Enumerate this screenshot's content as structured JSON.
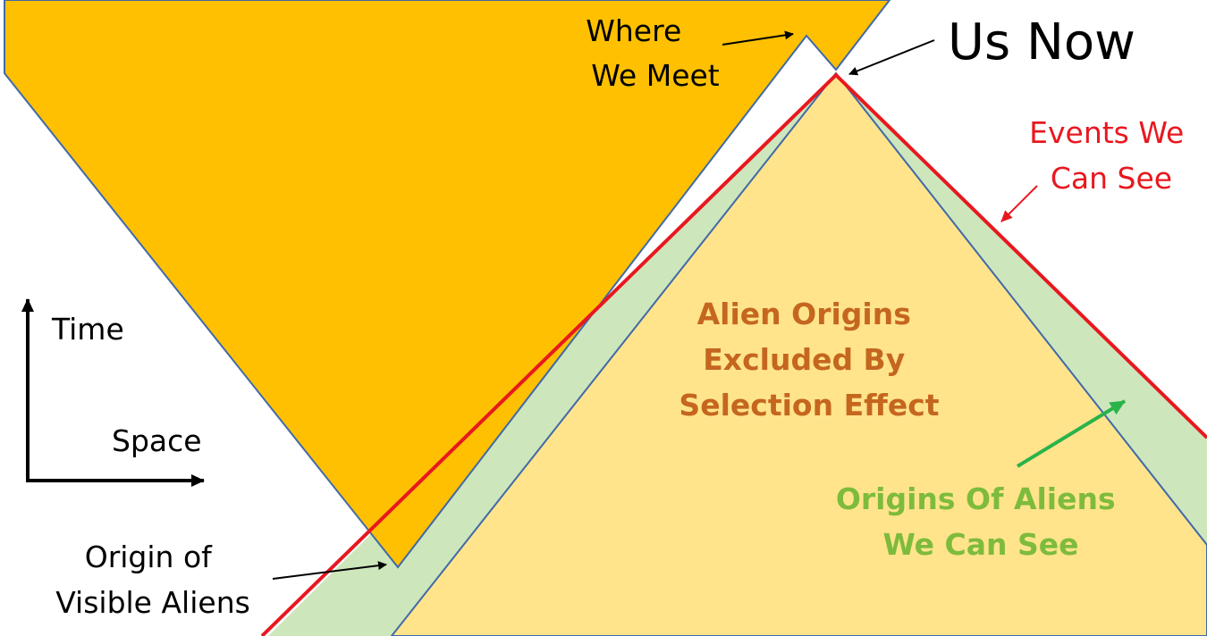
{
  "labels": {
    "where_we_meet": [
      "Where",
      "We Meet"
    ],
    "us_now": "Us Now",
    "events_we_can_see": [
      "Events We",
      "Can See"
    ],
    "alien_origins_excluded": [
      "Alien Origins",
      "Excluded By",
      "Selection Effect"
    ],
    "origins_of_aliens_we_can_see": [
      "Origins Of Aliens",
      "We Can See"
    ],
    "origin_of_visible_aliens": [
      "Origin of",
      "Visible Aliens"
    ],
    "axis_time": "Time",
    "axis_space": "Space"
  },
  "colors": {
    "alien_cone": "#fec000",
    "excluded_region": "#ffe48c",
    "visible_origins_band": "#cde6bc",
    "our_past_light_cone": "#e8181f",
    "cone_outline": "#4169a8",
    "arrow": "#000000",
    "red_label": "#e8181f",
    "orange_label": "#c5661f",
    "green_label": "#7dbb3c"
  }
}
